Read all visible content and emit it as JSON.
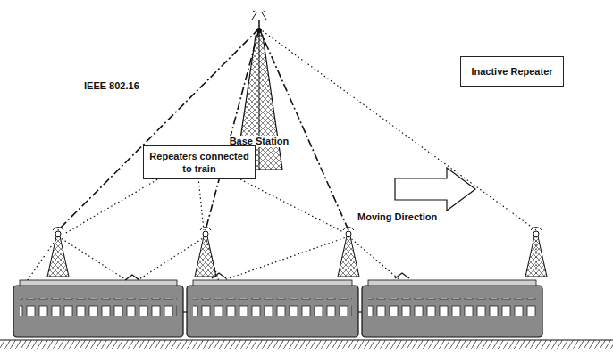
{
  "diagram": {
    "nodes": [
      {
        "text": [
          "Repeaters connected to train"
        ]
      },
      {
        "text": [
          "Inactive Repeater"
        ]
      }
    ],
    "labels": [
      "IEEE 802.16",
      "Base Station",
      "Moving Direction"
    ]
  }
}
